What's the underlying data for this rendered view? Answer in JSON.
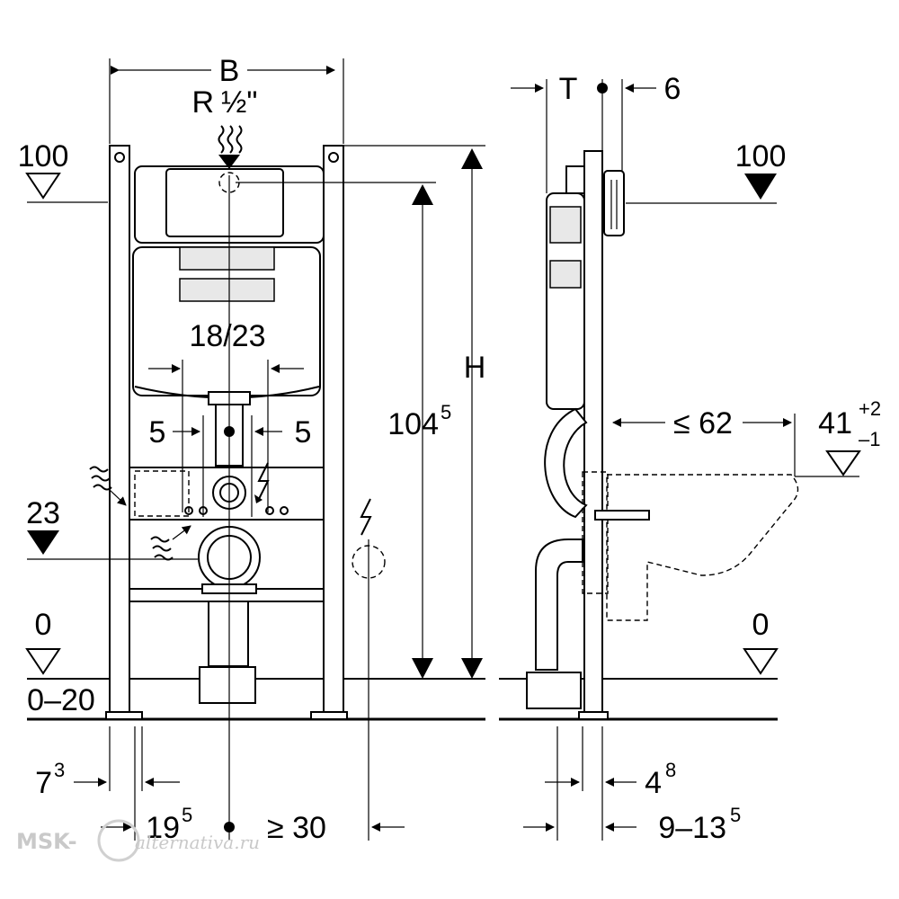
{
  "front": {
    "width": "B",
    "connection": "R",
    "connection_size": "½\"",
    "level_top": "100",
    "spacing": "18/23",
    "offset_left": "5",
    "offset_right": "5",
    "height_base": "104",
    "height_sup": "5",
    "height_total": "H",
    "level_23": "23",
    "level_0": "0",
    "floor_range": "0–20",
    "dim_left_base": "7",
    "dim_left_sup": "3",
    "dim_bottom_base": "19",
    "dim_bottom_sup": "5",
    "dim_min": "≥ 30"
  },
  "side": {
    "depth": "T",
    "depth_offset": "6",
    "level_top": "100",
    "bowl_length": "≤ 62",
    "seat_base": "41",
    "seat_tol_plus": "+2",
    "seat_tol_minus": "–1",
    "level_0": "0",
    "dim_a_base": "4",
    "dim_a_sup": "8",
    "dim_b_base": "9–13",
    "dim_b_sup": "5"
  },
  "watermark": {
    "brand": "MSK-",
    "site": "alternativa.ru"
  },
  "icons": [
    "arrow-icon",
    "level-triangle-icon",
    "water-wave-icon",
    "electric-bolt-icon"
  ]
}
